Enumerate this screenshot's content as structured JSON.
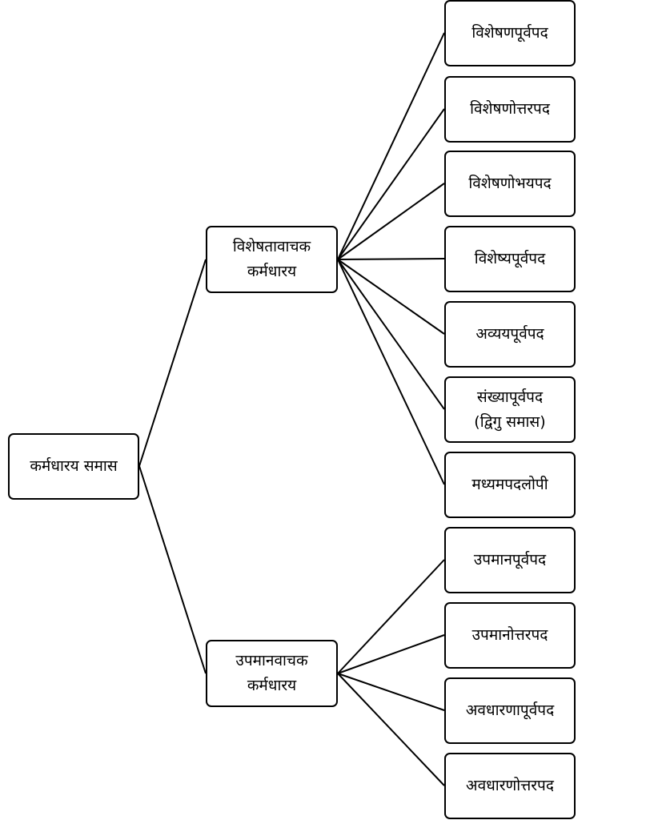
{
  "root": {
    "lines": [
      "कर्मधारय समास"
    ]
  },
  "branches": [
    {
      "lines": [
        "विशेषतावाचक",
        "कर्मधारय"
      ]
    },
    {
      "lines": [
        "उपमानवाचक",
        "कर्मधारय"
      ]
    }
  ],
  "leaves": [
    {
      "lines": [
        "विशेषणपूर्वपद"
      ]
    },
    {
      "lines": [
        "विशेषणोत्तरपद"
      ]
    },
    {
      "lines": [
        "विशेषणोभयपद"
      ]
    },
    {
      "lines": [
        "विशेष्यपूर्वपद"
      ]
    },
    {
      "lines": [
        "अव्ययपूर्वपद"
      ]
    },
    {
      "lines": [
        "संख्यापूर्वपद",
        "(द्विगु समास)"
      ]
    },
    {
      "lines": [
        "मध्यमपदलोपी"
      ]
    },
    {
      "lines": [
        "उपमानपूर्वपद"
      ]
    },
    {
      "lines": [
        "उपमानोत्तरपद"
      ]
    },
    {
      "lines": [
        "अवधारणापूर्वपद"
      ]
    },
    {
      "lines": [
        "अवधारणोत्तरपद"
      ]
    }
  ]
}
